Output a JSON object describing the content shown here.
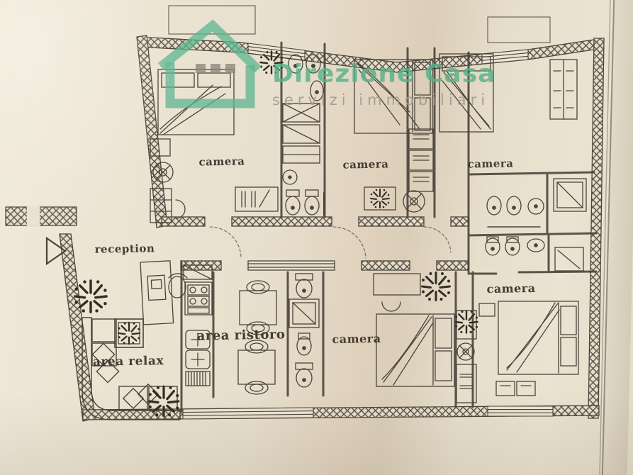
{
  "watermark": {
    "brand": "Direzione Casa",
    "tagline": "servizi immobiliari",
    "brand_color": "#56b18b",
    "tagline_color": "#a29b90",
    "logo": "house-outline-icon"
  },
  "floorplan": {
    "paper_color": "#e9e0cf",
    "ink_color": "#4a443b",
    "labels": {
      "camera_top_left": "camera",
      "camera_top_middle": "camera",
      "camera_top_right": "camera",
      "camera_bottom_middle": "camera",
      "camera_bottom_right": "camera",
      "reception": "reception",
      "area_relax": "area relax",
      "area_ristoro": "area ristoro"
    }
  }
}
